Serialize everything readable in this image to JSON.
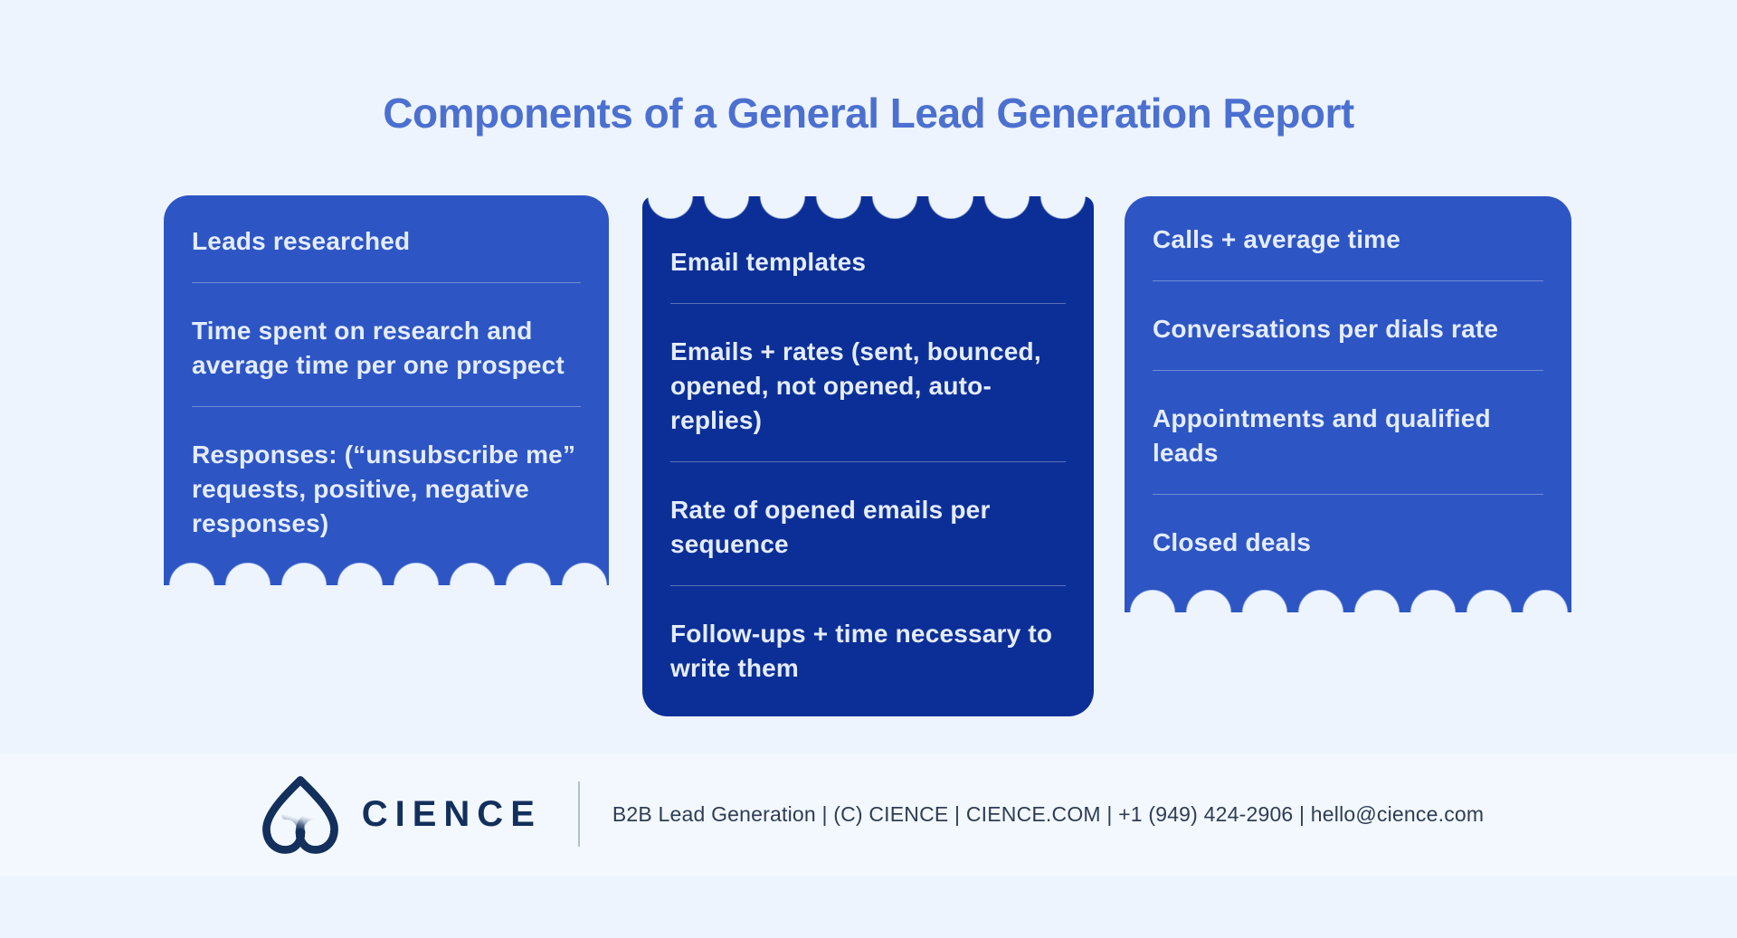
{
  "title": "Components of a General Lead Generation Report",
  "cards": [
    {
      "id": "research",
      "theme": "light",
      "edge": "scalloped-bottom",
      "items": [
        "Leads researched",
        "Time spent on research and average time per one prospect",
        "Responses: (“unsubscribe me” requests, positive, negative responses)"
      ]
    },
    {
      "id": "email",
      "theme": "dark",
      "edge": "scalloped-top",
      "items": [
        "Email templates",
        "Emails + rates (sent, bounced, opened, not opened, auto-replies)",
        "Rate of opened emails per sequence",
        "Follow-ups + time necessary to write them"
      ]
    },
    {
      "id": "calls",
      "theme": "light",
      "edge": "scalloped-bottom",
      "items": [
        "Calls + average time",
        "Conversations per dials rate",
        "Appointments and qualified leads",
        "Closed deals"
      ]
    }
  ],
  "footer": {
    "brand": "CIENCE",
    "logo_icon": "cience-arch-logo",
    "info": "B2B Lead Generation | (C) CIENCE | CIENCE.COM | +1 (949) 424-2906 | hello@cience.com"
  },
  "colors": {
    "background": "#edf4fd",
    "card_light": "#2d55c4",
    "card_dark": "#0c2f97",
    "card_text": "#e4ecfb",
    "title": "#4c70d0",
    "brand_navy": "#132f5c",
    "footer_text": "#2e3c54"
  }
}
